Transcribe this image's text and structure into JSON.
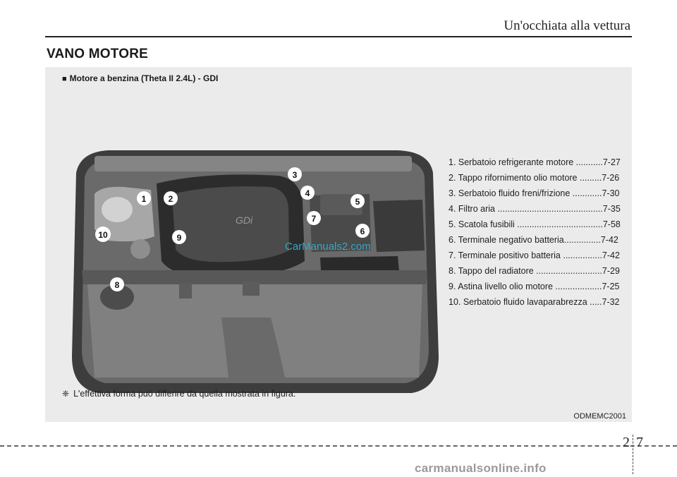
{
  "header": {
    "chapter_title": "Un'occhiata alla vettura"
  },
  "section": {
    "title": "VANO MOTORE"
  },
  "panel": {
    "heading_bullet": "■",
    "heading": "Motore a benzina (Theta II 2.4L) - GDI",
    "items": [
      "1. Serbatoio refrigerante motore ...........7-27",
      "2. Tappo rifornimento olio motore .........7-26",
      "3. Serbatoio fluido freni/frizione ............7-30",
      "4. Filtro aria ...........................................7-35",
      "5. Scatola fusibili ...................................7-58",
      "6. Terminale negativo batteria...............7-42",
      "7. Terminale positivo batteria ................7-42",
      "8. Tappo del radiatore ...........................7-29",
      "9. Astina livello olio motore ...................7-25",
      "10. Serbatoio fluido lavaparabrezza .....7-32"
    ],
    "callouts": [
      "1",
      "2",
      "3",
      "4",
      "5",
      "6",
      "7",
      "8",
      "9",
      "10"
    ],
    "engine_logo": "GDi",
    "watermark": "CarManuals2.com",
    "note_mark": "❈",
    "note": "L'effettiva forma può differire da quella mostrata in figura.",
    "image_code": "ODMEMC2001"
  },
  "footer": {
    "page_section": "2",
    "page_number": "7",
    "watermark": "carmanualsonline.info"
  }
}
